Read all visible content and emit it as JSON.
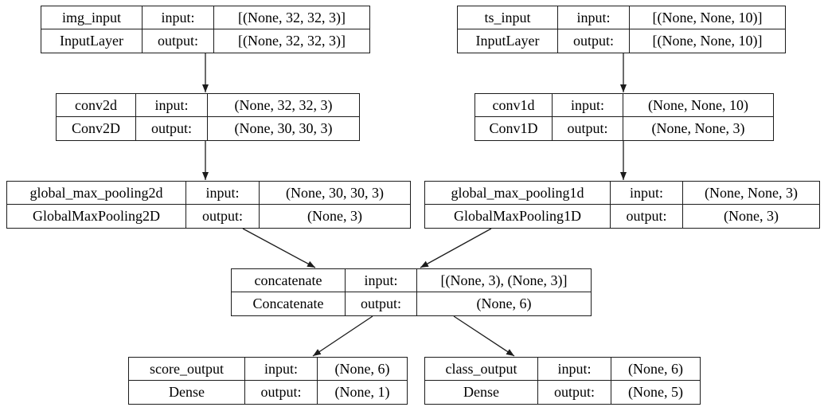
{
  "diagram": {
    "type": "keras-model-graph",
    "labels": {
      "input": "input:",
      "output": "output:"
    },
    "colors": {
      "background": "#ffffff",
      "border": "#1c1c1c",
      "text": "#000000"
    },
    "nodes": [
      {
        "name": "img_input",
        "class": "InputLayer",
        "input_shape": "[(None, 32, 32, 3)]",
        "output_shape": "[(None, 32, 32, 3)]"
      },
      {
        "name": "ts_input",
        "class": "InputLayer",
        "input_shape": "[(None, None, 10)]",
        "output_shape": "[(None, None, 10)]"
      },
      {
        "name": "conv2d",
        "class": "Conv2D",
        "input_shape": "(None, 32, 32, 3)",
        "output_shape": "(None, 30, 30, 3)"
      },
      {
        "name": "conv1d",
        "class": "Conv1D",
        "input_shape": "(None, None, 10)",
        "output_shape": "(None, None, 3)"
      },
      {
        "name": "global_max_pooling2d",
        "class": "GlobalMaxPooling2D",
        "input_shape": "(None, 30, 30, 3)",
        "output_shape": "(None, 3)"
      },
      {
        "name": "global_max_pooling1d",
        "class": "GlobalMaxPooling1D",
        "input_shape": "(None, None, 3)",
        "output_shape": "(None, 3)"
      },
      {
        "name": "concatenate",
        "class": "Concatenate",
        "input_shape": "[(None, 3), (None, 3)]",
        "output_shape": "(None, 6)"
      },
      {
        "name": "score_output",
        "class": "Dense",
        "input_shape": "(None, 6)",
        "output_shape": "(None, 1)"
      },
      {
        "name": "class_output",
        "class": "Dense",
        "input_shape": "(None, 6)",
        "output_shape": "(None, 5)"
      }
    ],
    "edges": [
      {
        "from": "img_input",
        "to": "conv2d"
      },
      {
        "from": "ts_input",
        "to": "conv1d"
      },
      {
        "from": "conv2d",
        "to": "global_max_pooling2d"
      },
      {
        "from": "conv1d",
        "to": "global_max_pooling1d"
      },
      {
        "from": "global_max_pooling2d",
        "to": "concatenate"
      },
      {
        "from": "global_max_pooling1d",
        "to": "concatenate"
      },
      {
        "from": "concatenate",
        "to": "score_output"
      },
      {
        "from": "concatenate",
        "to": "class_output"
      }
    ]
  }
}
